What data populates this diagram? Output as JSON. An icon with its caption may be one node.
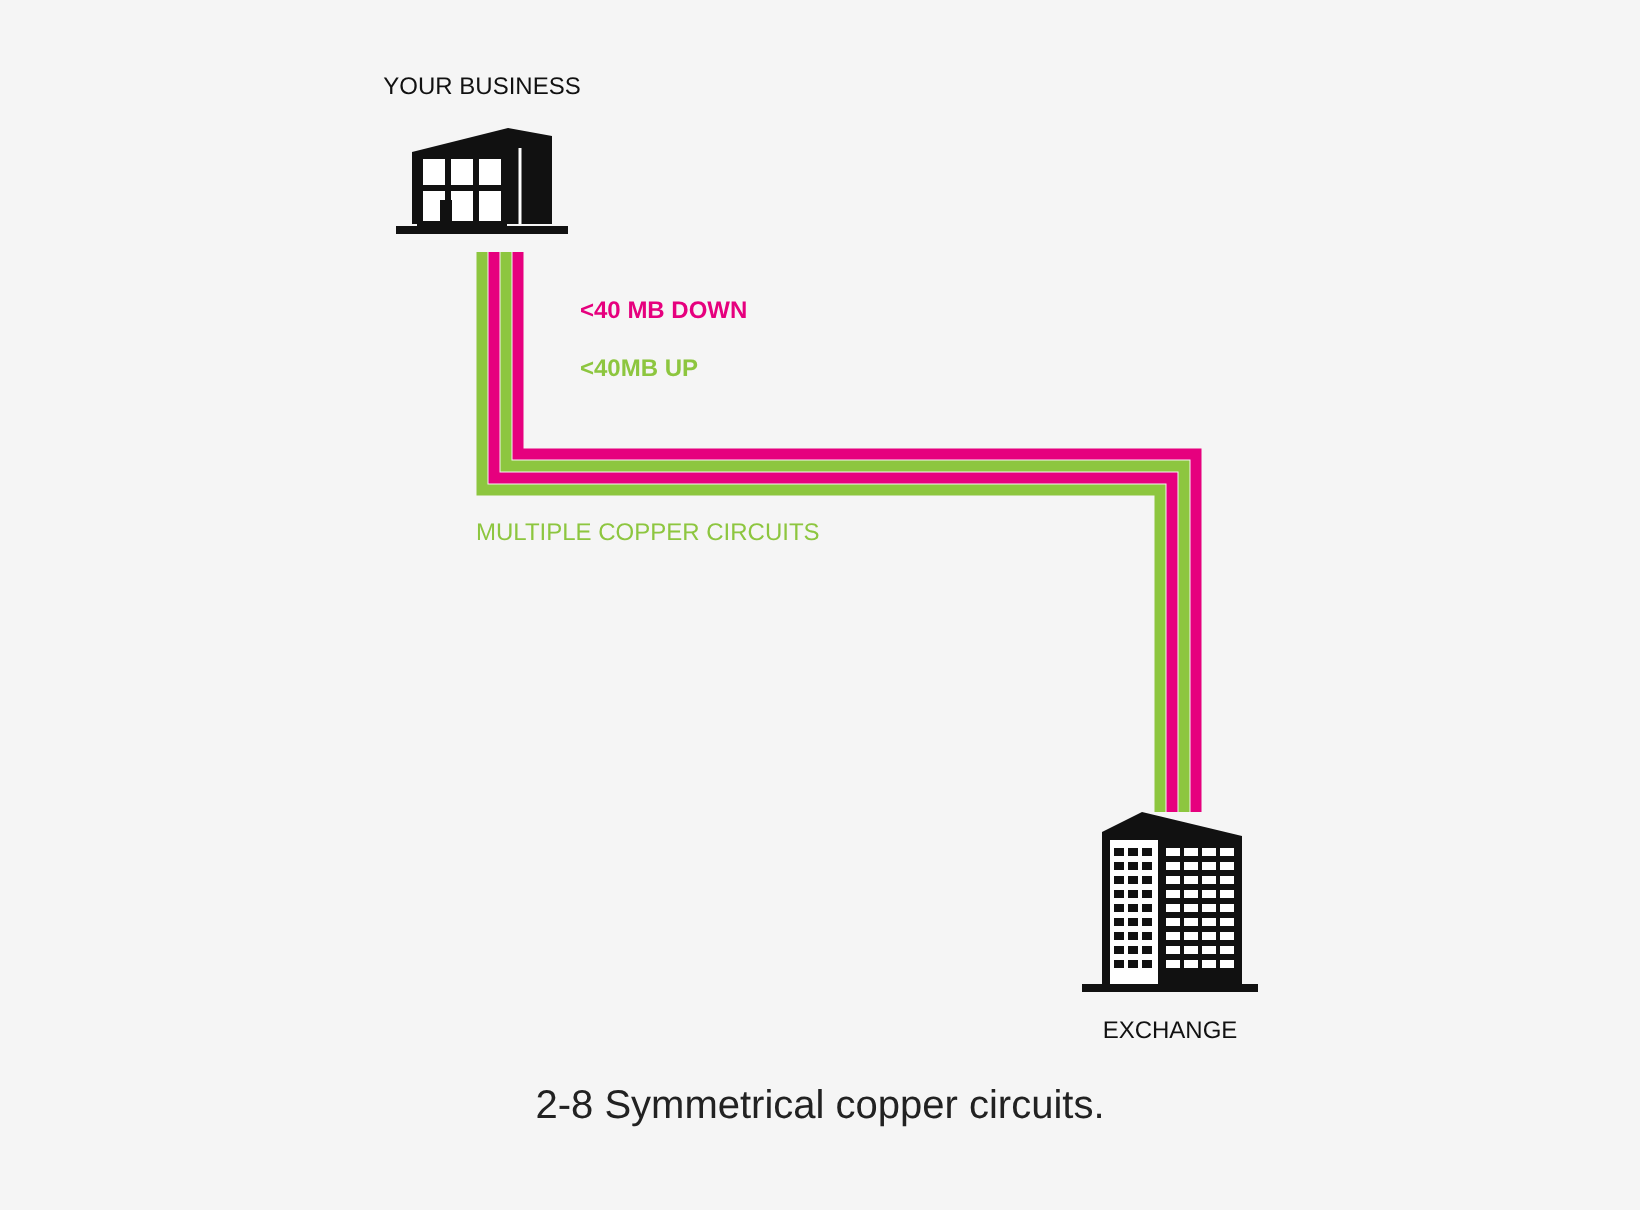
{
  "diagram": {
    "caption": "2-8 Symmetrical copper circuits.",
    "nodes": [
      {
        "text": [
          "YOUR BUSINESS"
        ]
      },
      {
        "text": [
          "EXCHANGE"
        ]
      }
    ],
    "edges": [
      {
        "from": 0,
        "to": 1,
        "arrow": "none",
        "color": "#8dc63f"
      },
      {
        "from": 0,
        "to": 1,
        "arrow": "none",
        "color": "#e6007e"
      },
      {
        "from": 0,
        "to": 1,
        "arrow": "none",
        "color": "#8dc63f"
      },
      {
        "from": 0,
        "to": 1,
        "arrow": "none",
        "color": "#e6007e"
      }
    ],
    "labels": [
      "<40 MB DOWN",
      "<40MB UP",
      "MULTIPLE COPPER CIRCUITS"
    ]
  }
}
